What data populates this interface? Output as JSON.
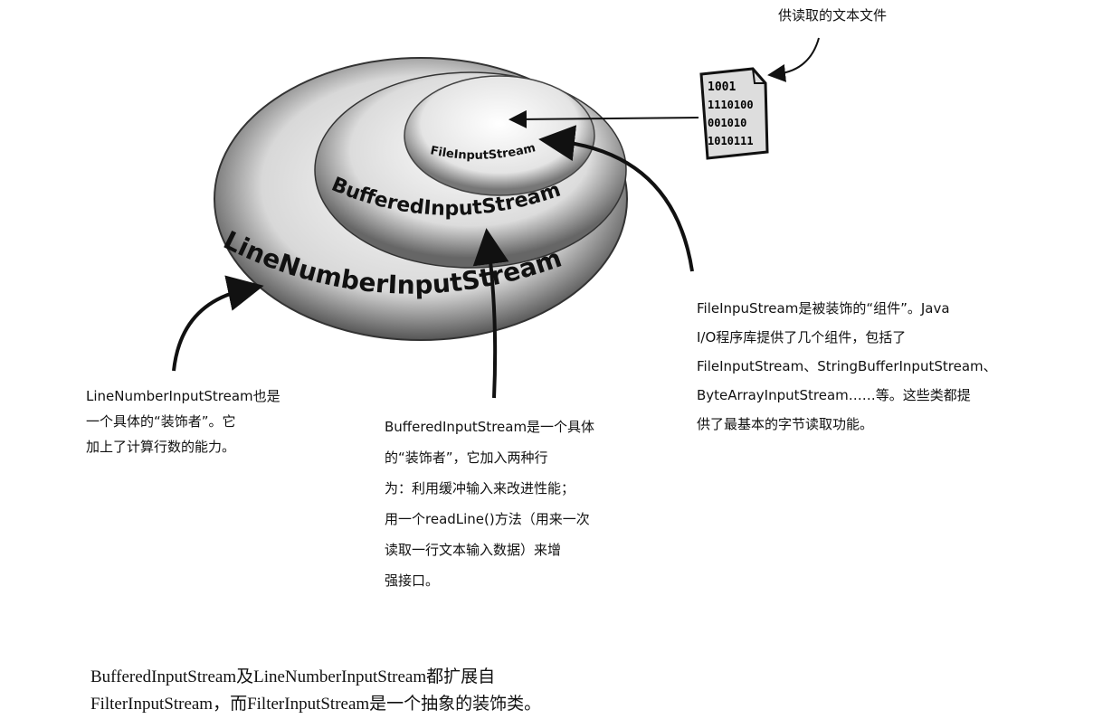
{
  "layers": {
    "inner": "FileInputStream",
    "middle": "BufferedInputStream",
    "outer": "LineNumberInputStream"
  },
  "file_icon": {
    "label": "供读取的文本文件",
    "binary_lines": [
      "1001",
      "1110100",
      "001010",
      "1010111"
    ]
  },
  "notes": {
    "line_number": [
      "LineNumberInputStream也是",
      "一个具体的“装饰者”。它",
      "加上了计算行数的能力。"
    ],
    "buffered": [
      "BufferedInputStream是一个具体",
      "的“装饰者”，它加入两种行",
      "为：利用缓冲输入来改进性能；",
      "用一个readLine()方法（用来一次",
      "读取一行文本输入数据）来增",
      "强接口。"
    ],
    "file_input": [
      "FileInpuStream是被装饰的“组件”。Java",
      "I/O程序库提供了几个组件，包括了",
      "FileInputStream、StringBufferInputStream、",
      "ByteArrayInputStream……等。这些类都提",
      "供了最基本的字节读取功能。"
    ]
  },
  "caption": [
    "BufferedInputStream及LineNumberInputStream都扩展自",
    "FilterInputStream，而FilterInputStream是一个抽象的装饰类。"
  ],
  "colors": {
    "ink": "#111111",
    "ring_dark": "#555555",
    "ring_light": "#e8e8e8"
  }
}
